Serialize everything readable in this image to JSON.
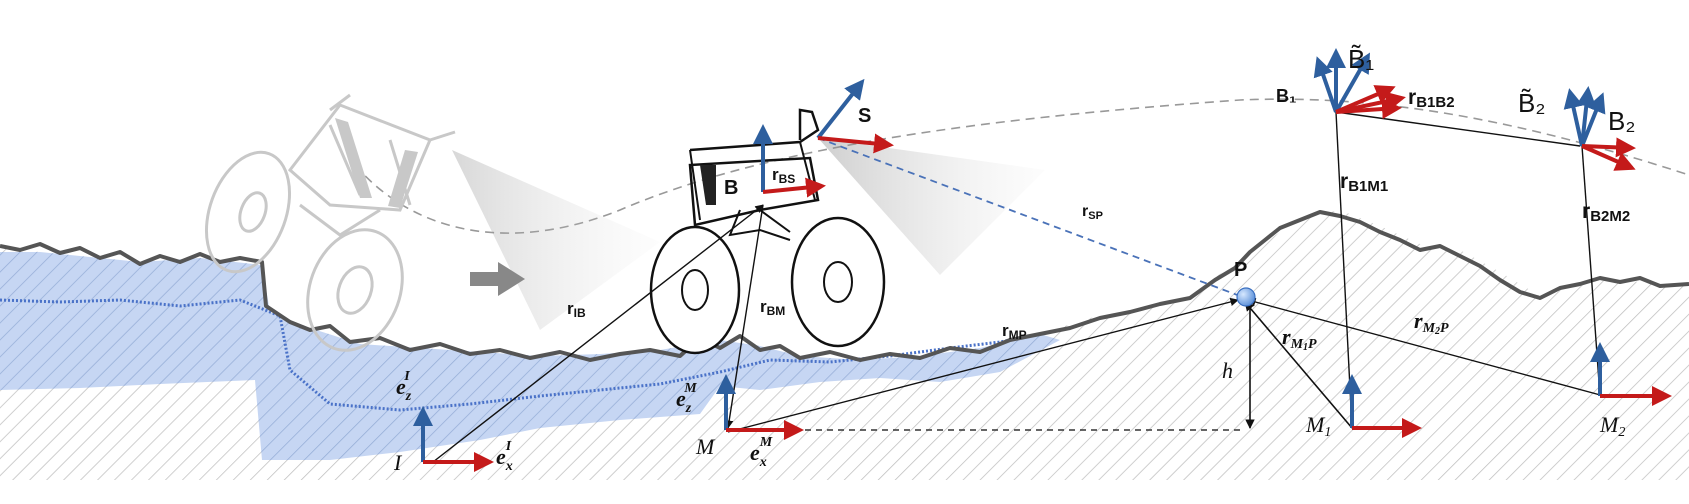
{
  "labels": {
    "S": "S",
    "B": "B",
    "B1": "B₁",
    "B1_tilde": "B̃₁",
    "B2": "B₂",
    "B2_tilde": "B̃₂",
    "r_BS": "r",
    "r_BS_sub": "BS",
    "r_SP": "r",
    "r_SP_sub": "SP",
    "r_IB": "r",
    "r_IB_sub": "IB",
    "r_BM": "r",
    "r_BM_sub": "BM",
    "r_MP": "r",
    "r_MP_sub": "MP",
    "r_B1B2": "r",
    "r_B1B2_sub": "B1B2",
    "r_B1M1": "r",
    "r_B1M1_sub": "B1M1",
    "r_B2M2": "r",
    "r_B2M2_sub": "B2M2",
    "r_M1P": "r",
    "r_M1P_sub": "M",
    "r_M1P_sub2": "1",
    "r_M1P_tail": "P",
    "r_M2P": "r",
    "r_M2P_sub": "M",
    "r_M2P_sub2": "2",
    "r_M2P_tail": "P",
    "P": "P",
    "h": "h",
    "I": "I",
    "M": "M",
    "M1": "M",
    "M1_sub": "1",
    "M2": "M",
    "M2_sub": "2",
    "ezI": "e",
    "ezI_sub": "z",
    "ezI_sup": "I",
    "exI": "e",
    "exI_sub": "x",
    "exI_sup": "I",
    "ezM": "e",
    "ezM_sub": "z",
    "ezM_sup": "M",
    "exM": "e",
    "exM_sub": "x",
    "exM_sup": "M"
  },
  "colors": {
    "axis_blue": "#2e5f9e",
    "axis_red": "#c41a1a",
    "water": "#b8cdf0",
    "water_line": "#4a72c8",
    "terrain_line": "#555555",
    "ghost": "#c8c8c8",
    "ray": "#4a72b8"
  },
  "icons": {
    "motion_arrow": "gray-right-arrow",
    "sensor_cone": "gray-beam-cone"
  }
}
